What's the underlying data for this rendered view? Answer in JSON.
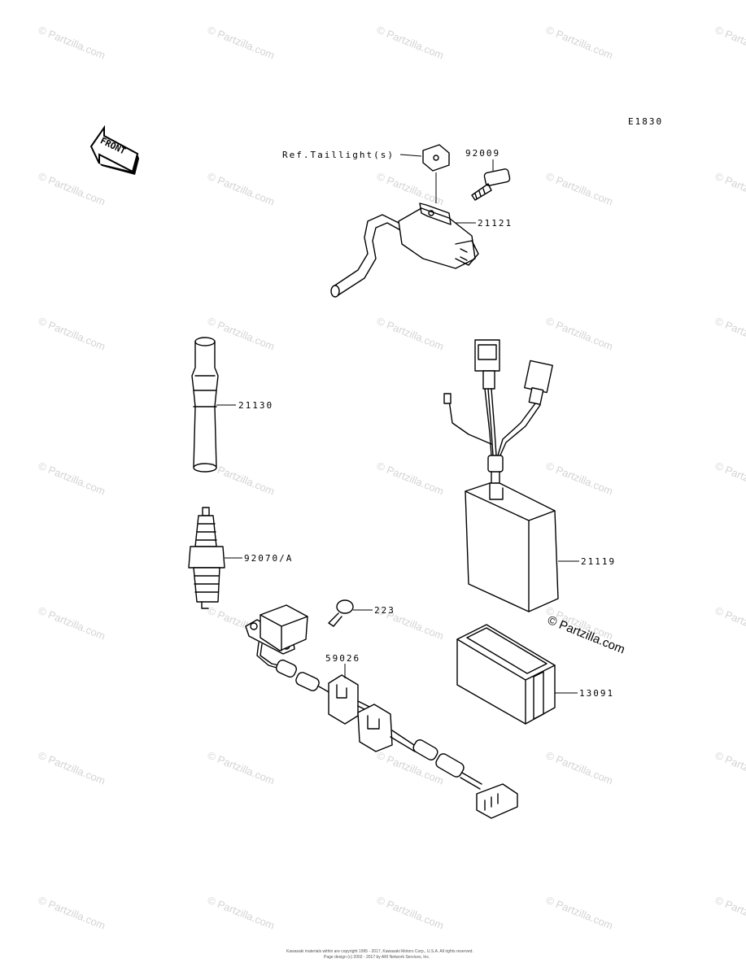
{
  "diagram_code": "E1830",
  "front_arrow_text": "FRONT",
  "callouts": {
    "ref_taillight": "Ref.Taillight(s)",
    "p92009": "92009",
    "p21121": "21121",
    "p21130": "21130",
    "p92070": "92070/A",
    "p21119": "21119",
    "p223": "223",
    "p59026": "59026",
    "p13091": "13091"
  },
  "copyright_mark": "© Partzilla.com",
  "watermark_text": "© Partzilla.com",
  "footer": {
    "line1": "Kawasaki materials within are copyright 1995 - 2017, Kawasaki Motors Corp., U.S.A. All rights reserved.",
    "line2": "Page design (c) 2002 - 2017 by ARI Network Services, Inc."
  },
  "colors": {
    "line": "#000000",
    "watermark": "#d4d4d4",
    "background": "#ffffff"
  }
}
